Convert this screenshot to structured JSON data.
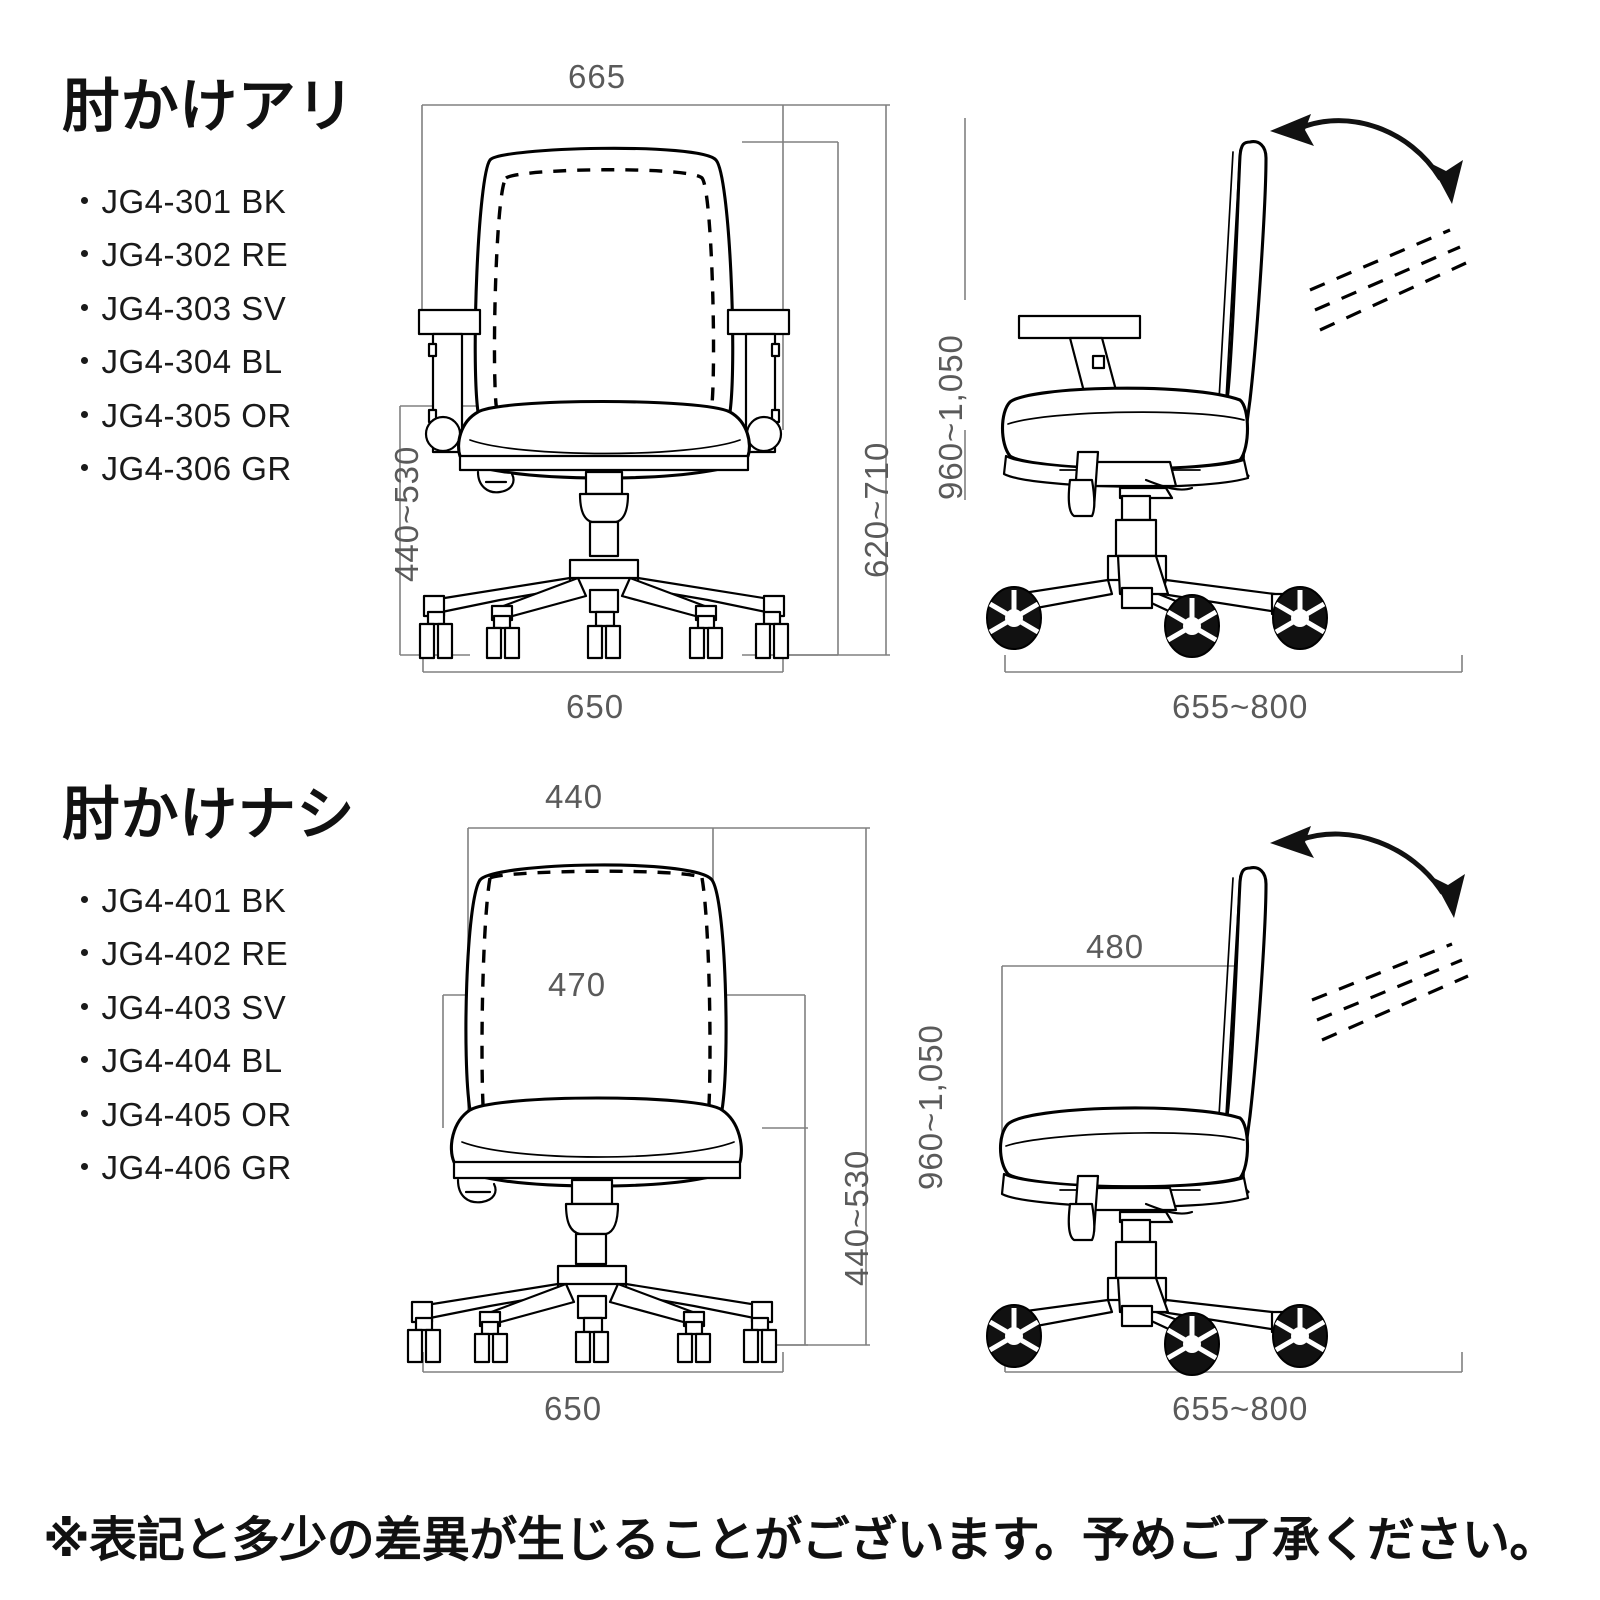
{
  "document": {
    "type": "product-dimension-drawing",
    "footnote": "※表記と多少の差異が生じることがございます。予めご了承ください。"
  },
  "sections": [
    {
      "id": "with-armrest",
      "title": "肘かけアリ",
      "models": [
        "・JG4-301 BK",
        "・JG4-302 RE",
        "・JG4-303 SV",
        "・JG4-304 BL",
        "・JG4-305 OR",
        "・JG4-306 GR"
      ],
      "front_view": {
        "overall_width": "665",
        "seat_height": "440~530",
        "back_height": "620~710",
        "total_height": "960~1,050",
        "base_width": "650"
      },
      "side_view": {
        "depth": "655~800"
      }
    },
    {
      "id": "without-armrest",
      "title": "肘かけナシ",
      "models": [
        "・JG4-401 BK",
        "・JG4-402 RE",
        "・JG4-403 SV",
        "・JG4-404 BL",
        "・JG4-405 OR",
        "・JG4-406 GR"
      ],
      "front_view": {
        "overall_width": "440",
        "seat_width": "470",
        "seat_height": "440~530",
        "total_height": "960~1,050",
        "base_width": "650"
      },
      "side_view": {
        "seat_depth": "480",
        "depth": "655~800"
      }
    }
  ],
  "colors": {
    "ink": "#000000",
    "dimension_line": "#808080",
    "dimension_text": "#5a5a5a",
    "background": "#ffffff"
  }
}
